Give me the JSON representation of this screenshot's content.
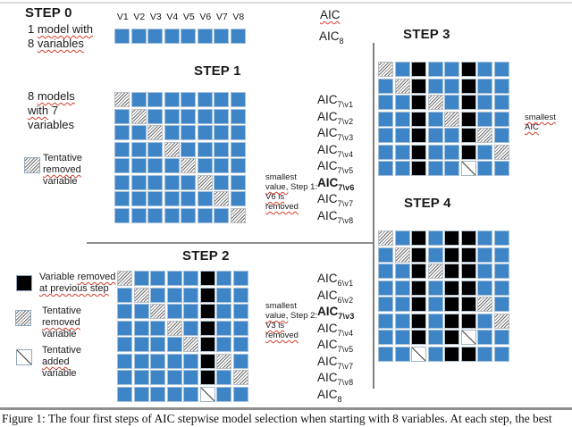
{
  "palette": {
    "cell_blue": "#3d85c6",
    "cell_black": "#000000",
    "squiggle_red": "#d43c2c",
    "divider_gray": "#8f8f8f"
  },
  "header": {
    "aic_label": "AIC",
    "aic8": {
      "main": "AIC",
      "sub": "8"
    }
  },
  "step0": {
    "title": "STEP 0",
    "desc_l1_plain": "1 ",
    "desc_l1_wavy": "model with",
    "desc_l2_plain": "8 ",
    "desc_l2_wavy": "variables",
    "columns": [
      "V1",
      "V2",
      "V3",
      "V4",
      "V5",
      "V6",
      "V7",
      "V8"
    ],
    "grid": [
      "BBBBBBBB"
    ]
  },
  "step1": {
    "title": "STEP 1",
    "desc_l1_plain": "8 ",
    "desc_l1_wavy": "models",
    "desc_l2_wavy": "with",
    "desc_l2_plain": " 7",
    "desc_l3": "variables",
    "legend_hatch": [
      "Tentative",
      "removed",
      "variable"
    ],
    "grid": [
      "HBBBBBBB",
      "BHBBBBBB",
      "BBHBBBBB",
      "BBBHBBBB",
      "BBBBHBBB",
      "BBBBBHBB",
      "BBBBBBHB",
      "BBBBBBBH"
    ],
    "aic": [
      {
        "main": "AIC",
        "sub": "7\\v1",
        "bold": false
      },
      {
        "main": "AIC",
        "sub": "7\\v2",
        "bold": false
      },
      {
        "main": "AIC",
        "sub": "7\\v3",
        "bold": false
      },
      {
        "main": "AIC",
        "sub": "7\\v4",
        "bold": false
      },
      {
        "main": "AIC",
        "sub": "7\\v5",
        "bold": false
      },
      {
        "main": "AIC",
        "sub": "7\\v6",
        "bold": true
      },
      {
        "main": "AIC",
        "sub": "7\\v7",
        "bold": false
      },
      {
        "main": "AIC",
        "sub": "7\\v8",
        "bold": false
      }
    ],
    "note_l1": "smallest",
    "note_l2_wavy": "value,",
    "note_l2_plain": " Step 1:",
    "note_l3": "V6 is",
    "note_l4": "removed"
  },
  "step2": {
    "title": "STEP 2",
    "legend_black_l1_plain": "Variable ",
    "legend_black_l1_wavy": "removed",
    "legend_black_l2": "at previous step",
    "legend_hatch": [
      "Tentative",
      "removed",
      "variable"
    ],
    "legend_add": [
      "Tentative",
      "added",
      "variable"
    ],
    "grid": [
      "HBBBBKBB",
      "BHBBBKBB",
      "BBHBBKBB",
      "BBBHBKBB",
      "BBBBHKBB",
      "BBBBBKHB",
      "BBBBBKBH",
      "BBBBBABB"
    ],
    "aic": [
      {
        "main": "AIC",
        "sub": "6\\v1",
        "bold": false
      },
      {
        "main": "AIC",
        "sub": "6\\v2",
        "bold": false
      },
      {
        "main": "AIC",
        "sub": "7\\v3",
        "bold": true
      },
      {
        "main": "AIC",
        "sub": "7\\v4",
        "bold": false
      },
      {
        "main": "AIC",
        "sub": "7\\v5",
        "bold": false
      },
      {
        "main": "AIC",
        "sub": "7\\v7",
        "bold": false
      },
      {
        "main": "AIC",
        "sub": "7\\v8",
        "bold": false
      },
      {
        "main": "AIC",
        "sub": "8",
        "bold": false
      }
    ],
    "note_l1": "smallest",
    "note_l2_wavy": "value,",
    "note_l2_plain": " Step 2:",
    "note_l3": "V3 is",
    "note_l4": "removed"
  },
  "step3": {
    "title": "STEP 3",
    "grid": [
      "HBKBBKBB",
      "BHKBBKBB",
      "BBKHBKBB",
      "BBKBHKBB",
      "BBKBBKHB",
      "BBKBBKBH",
      "BBKBBABB"
    ],
    "note_l1": "smallest",
    "note_l2": "AIC"
  },
  "step4": {
    "title": "STEP 4",
    "grid": [
      "HBKBKKBB",
      "BHKBKKBB",
      "BBKHKKBB",
      "BBKBKKBB",
      "BBKBKKHB",
      "BBKBKKBH",
      "BBKBKABB",
      "BBABKKBB"
    ]
  },
  "cell_legend_meaning": {
    "B": "variable included (blue)",
    "K": "variable removed at previous step (black)",
    "H": "tentative removed variable (hatched)",
    "A": "tentative added variable (white with diagonal)"
  },
  "caption": "Figure 1: The four first steps of AIC stepwise model selection when starting with 8 variables. At each step, the best"
}
